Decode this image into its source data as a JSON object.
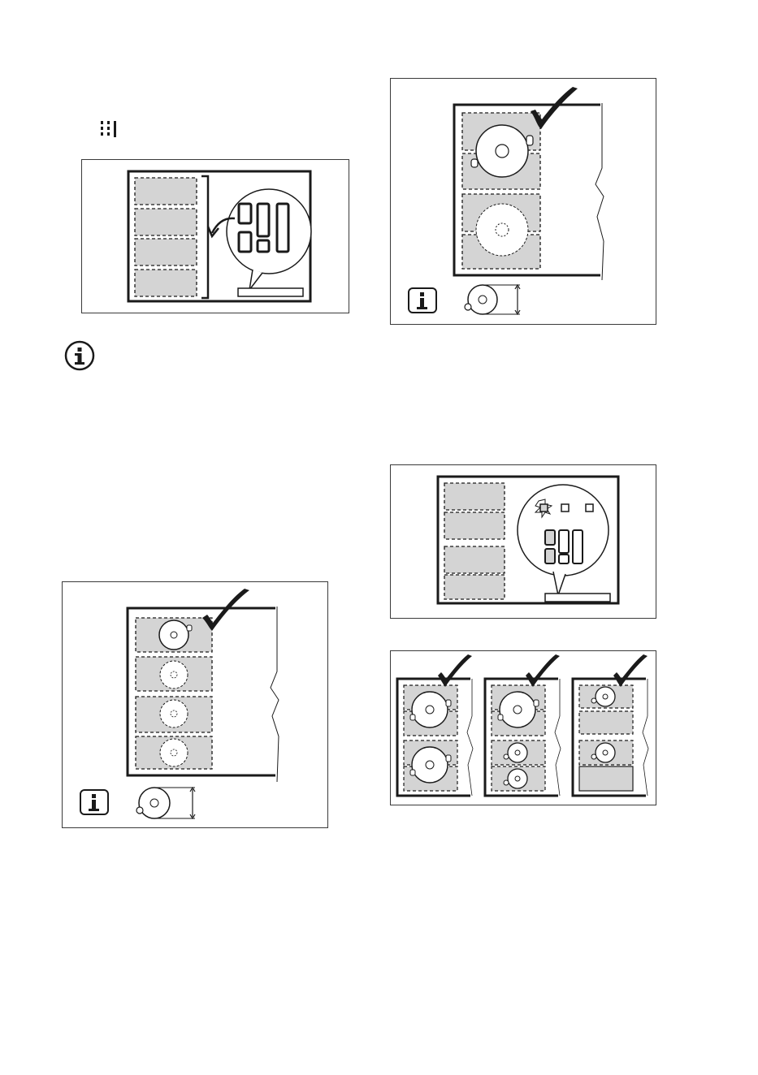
{
  "page": {
    "background": "#ffffff",
    "line_color": "#1a1a1a",
    "zone_fill": "#d4d4d4"
  },
  "icons": {
    "flex_zone_symbol": "bridge-function-icon",
    "info": "info-icon",
    "check": "checkmark-icon",
    "pot": "cookware-icon"
  },
  "figures": [
    {
      "id": "fig-bridge-key",
      "depicts": "hob-with-four-zones-and-control-panel-callout"
    },
    {
      "id": "fig-large-pan",
      "depicts": "two-large-pans-on-linked-zones"
    },
    {
      "id": "fig-control-panel",
      "depicts": "hob-control-panel-callout-with-flashing-key"
    },
    {
      "id": "fig-small-pots",
      "depicts": "small-pot-on-front-of-column"
    },
    {
      "id": "fig-arrangements",
      "depicts": "three-valid-cookware-arrangements"
    }
  ]
}
